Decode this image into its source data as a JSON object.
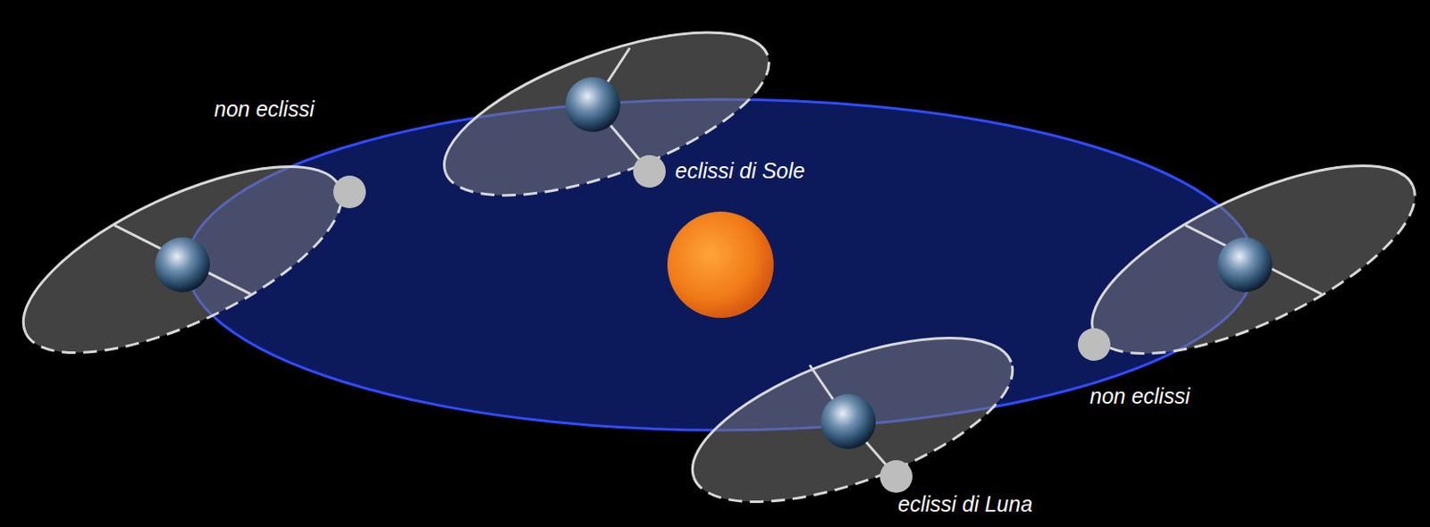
{
  "diagram": {
    "labels": [
      "non eclissi",
      "eclissi di Sole",
      "non eclissi",
      "eclissi di Luna"
    ]
  }
}
